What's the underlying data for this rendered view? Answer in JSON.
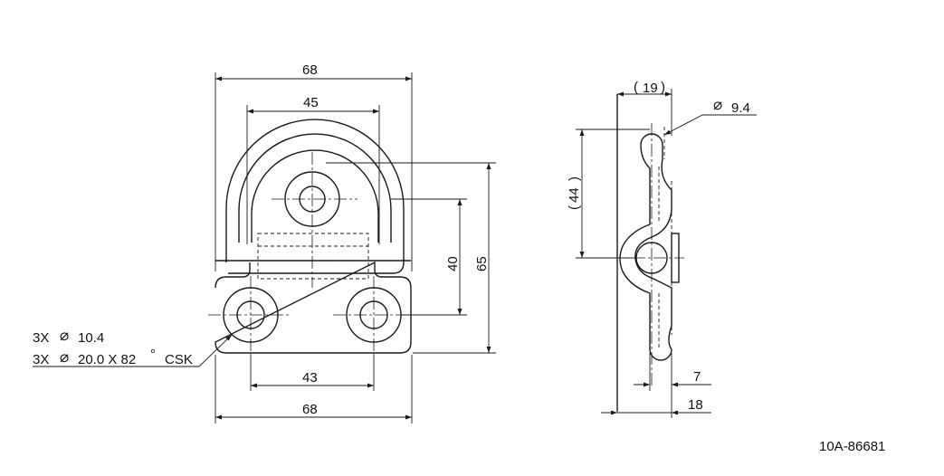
{
  "front_view": {
    "dim_overall_width_top": "68",
    "dim_ring_width": "45",
    "dim_total_height": "65",
    "dim_ring_height": "40",
    "dim_hole_spacing": "43",
    "dim_overall_width_bottom": "68",
    "hole_note": {
      "line1_prefix": "3X",
      "line1_symbol": "⌀",
      "line1_value": "10.4",
      "line2_prefix": "3X",
      "line2_symbol": "⌀",
      "line2_value": "20.0 X 82",
      "line2_degree": "°",
      "line2_suffix": "CSK"
    }
  },
  "side_view": {
    "dim_depth_ref": "19",
    "dim_ring_dia_symbol": "⌀",
    "dim_ring_dia": "9.4",
    "dim_height_ref": "44",
    "dim_plate_thickness": "7",
    "dim_overall_depth": "18"
  },
  "part_number": "10A-86681"
}
